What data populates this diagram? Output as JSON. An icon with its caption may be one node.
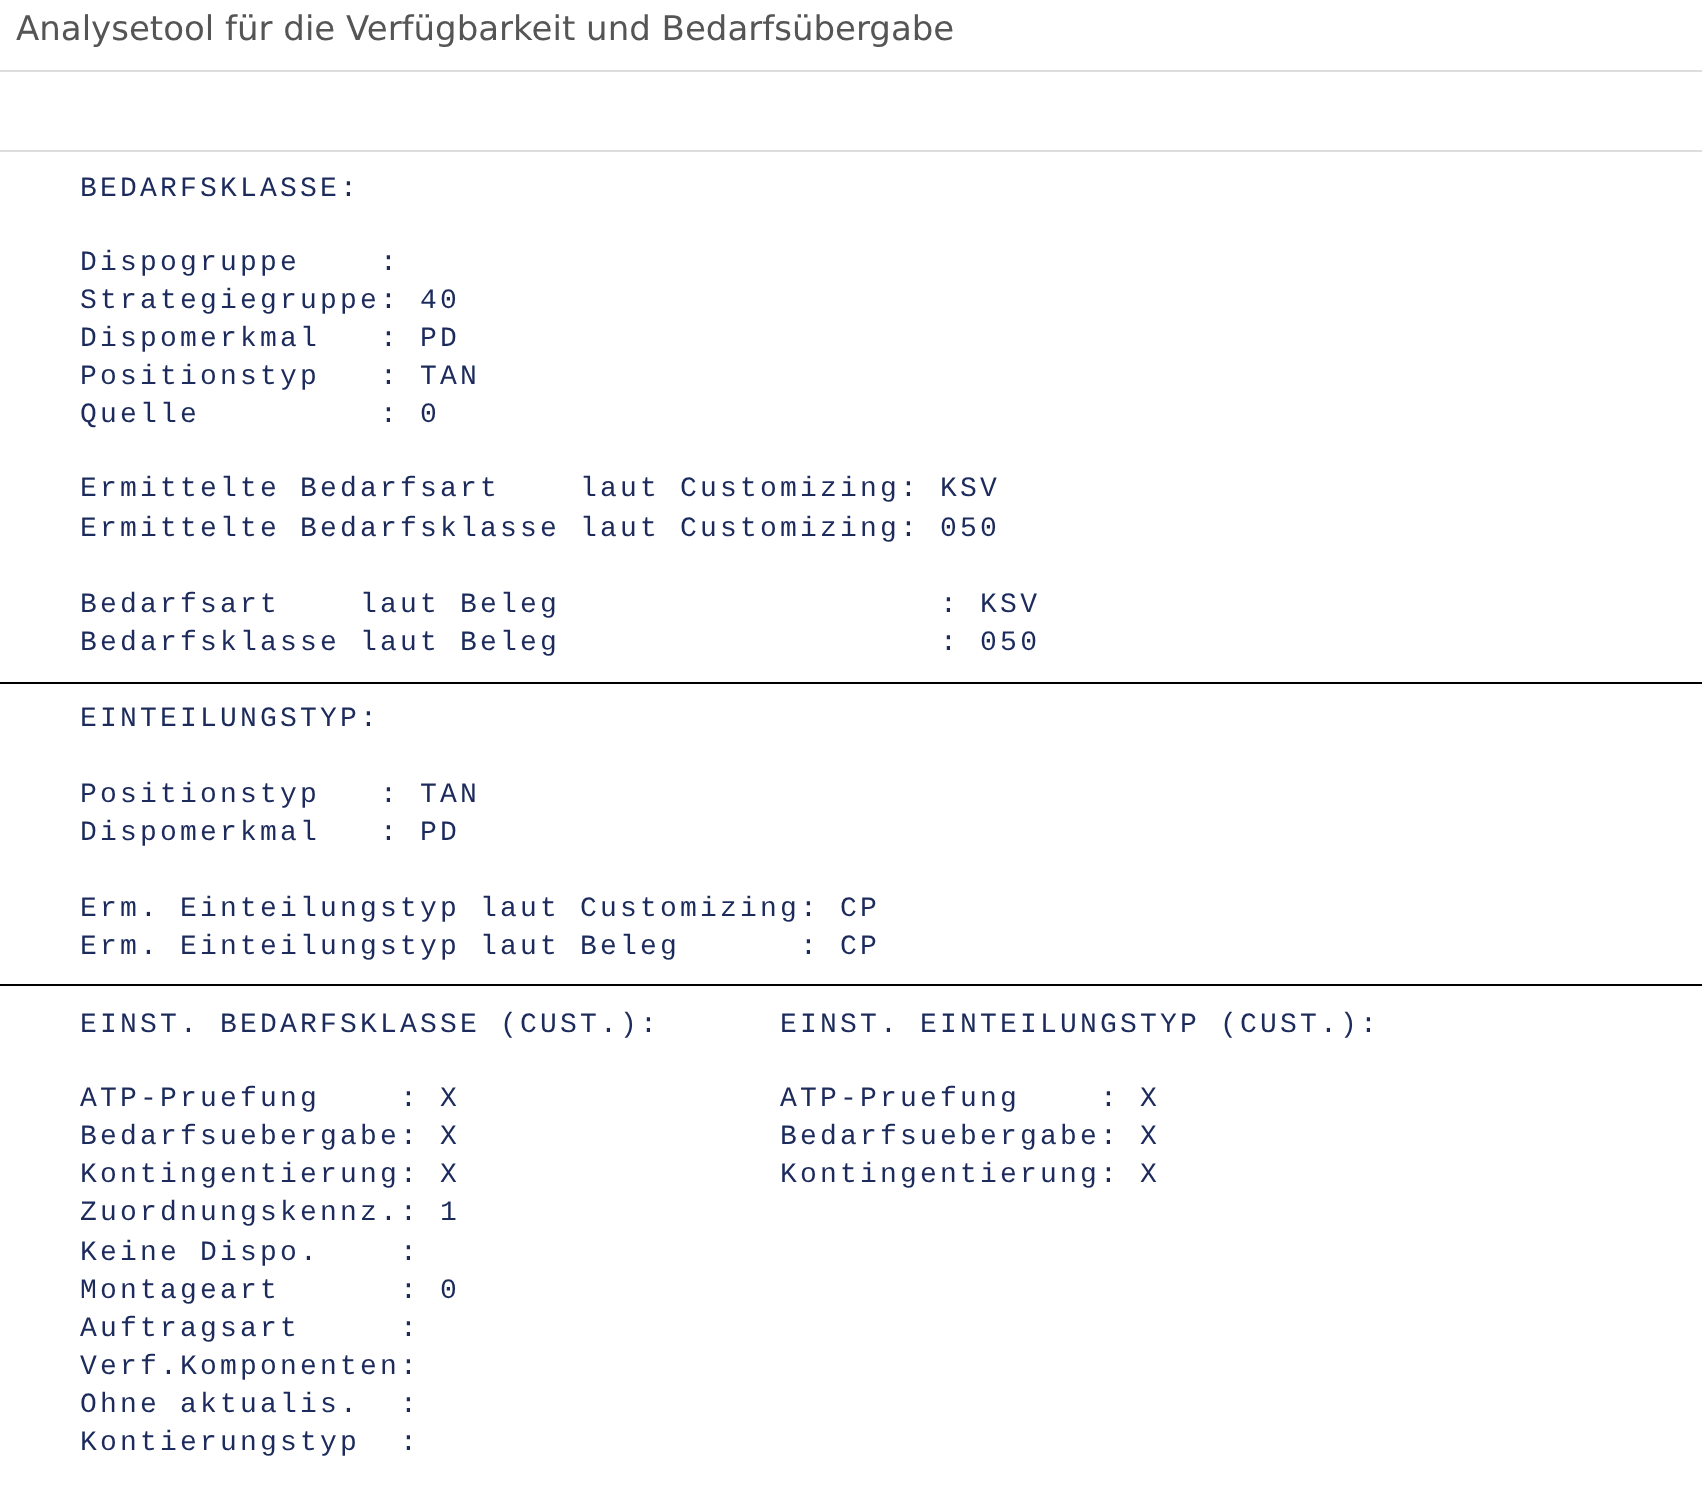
{
  "diagram": {
    "title": "Analysetool für die Verfügbarkeit und Bedarfsübergabe",
    "labels": [
      "BEDARFSKLASSE:",
      "Dispogruppe    :",
      "Strategiegruppe: 40",
      "Dispomerkmal   : PD",
      "Positionstyp   : TAN",
      "Quelle         : 0",
      "Ermittelte Bedarfsart    laut Customizing: KSV",
      "Ermittelte Bedarfsklasse laut Customizing: 050",
      "Bedarfsart    laut Beleg                   : KSV",
      "Bedarfsklasse laut Beleg                   : 050",
      "EINTEILUNGSTYP:",
      "Positionstyp   : TAN",
      "Dispomerkmal   : PD",
      "Erm. Einteilungstyp laut Customizing: CP",
      "Erm. Einteilungstyp laut Beleg      : CP",
      "EINST. BEDARFSKLASSE (CUST.):",
      "EINST. EINTEILUNGSTYP (CUST.):",
      "ATP-Pruefung    : X",
      "ATP-Pruefung    : X",
      "Bedarfsuebergabe: X",
      "Bedarfsuebergabe: X",
      "Kontingentierung: X",
      "Kontingentierung: X",
      "Zuordnungskennz.: 1",
      "Keine Dispo.    :",
      "Montageart      : 0",
      "Auftragsart     :",
      "Verf.Komponenten:",
      "Ohne aktualis.  :",
      "Kontierungstyp  :"
    ]
  }
}
